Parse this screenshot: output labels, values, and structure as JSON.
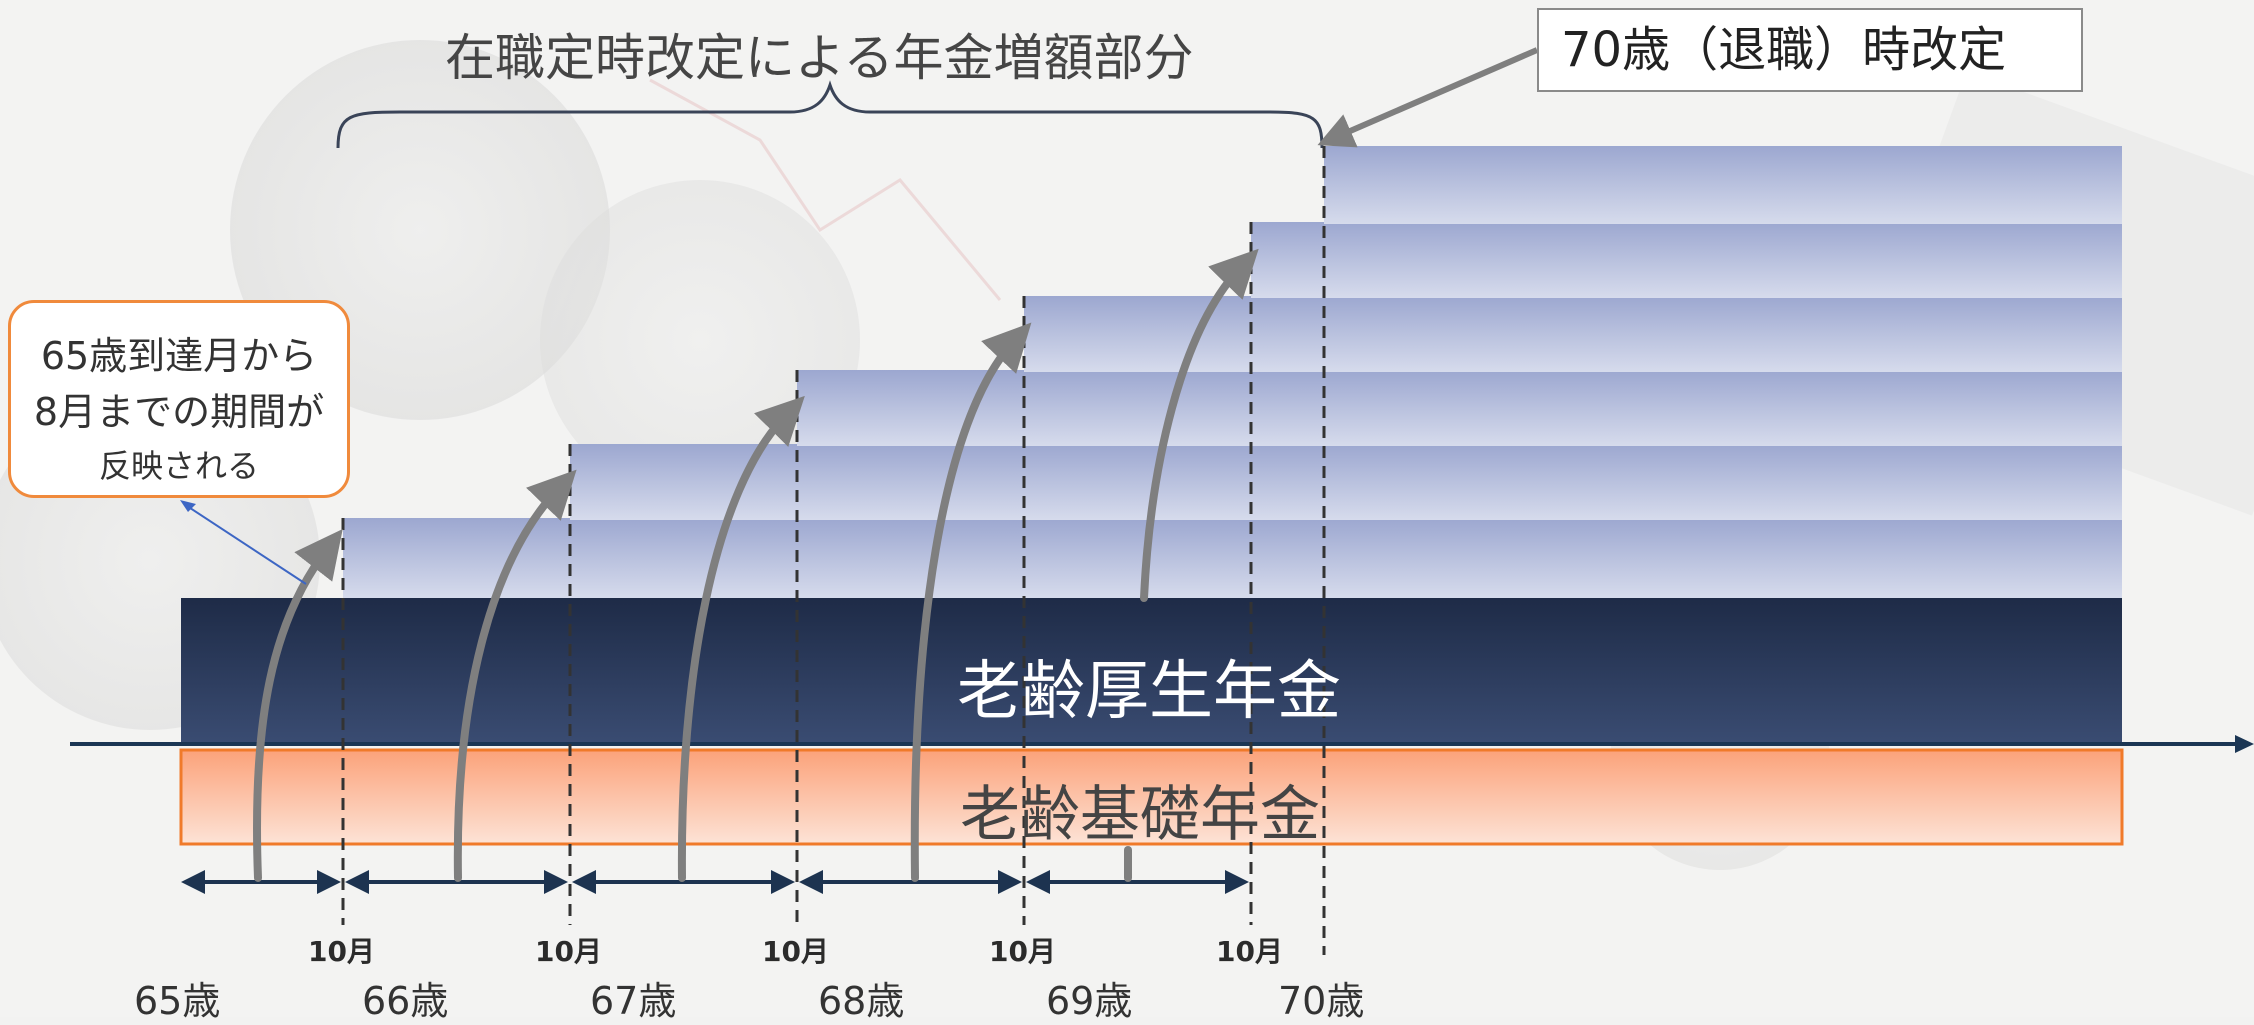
{
  "title": "在職定時改定による年金増額部分",
  "callout_right": "70歳（退職）時改定",
  "callout_left": {
    "line1": "65歳到達月から",
    "line2": "8月までの期間が",
    "line3": "反映される"
  },
  "bars": {
    "kosei": "老齢厚生年金",
    "kiso": "老齢基礎年金"
  },
  "month_labels": [
    "10月",
    "10月",
    "10月",
    "10月",
    "10月"
  ],
  "age_labels": [
    "65歳",
    "66歳",
    "67歳",
    "68歳",
    "69歳",
    "70歳"
  ],
  "colors": {
    "kosei": "#22324f",
    "kiso": "#f9a27c",
    "kiso_border": "#f07a2a",
    "step": "#a5afd3",
    "callout_border": "#f08a3c"
  }
}
